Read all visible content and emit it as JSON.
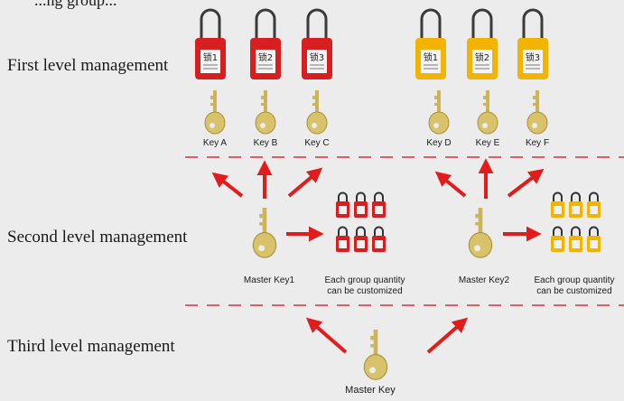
{
  "header_fragment": "...ng group...",
  "levels": {
    "first": "First level management",
    "second": "Second level management",
    "third": "Third level management"
  },
  "padlock_labels": [
    "锁1",
    "锁2",
    "锁3"
  ],
  "keys": {
    "first_level": [
      "Key A",
      "Key B",
      "Key C",
      "Key D",
      "Key E",
      "Key F"
    ],
    "master1": "Master Key1",
    "master2": "Master Key2",
    "grand_master": "Master Key"
  },
  "group_note": {
    "line1": "Each group quantity",
    "line2": "can be customized"
  },
  "colors": {
    "background": "#ececec",
    "red_lock": "#d81e1e",
    "yellow_lock": "#f2b400",
    "arrow": "#e21b1b",
    "key_gold": "#d8c26a",
    "divider": "#e33030"
  }
}
